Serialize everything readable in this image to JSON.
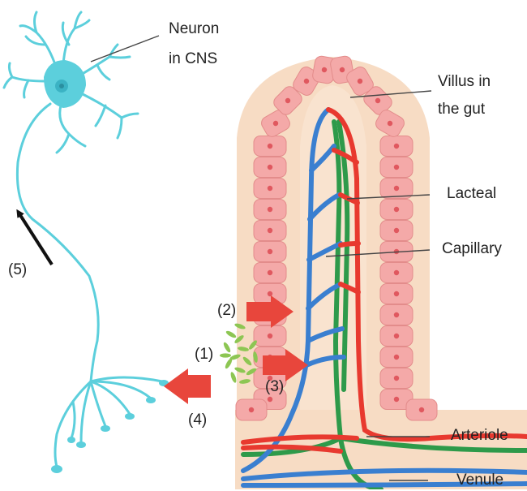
{
  "labels": {
    "neuron_line1": "Neuron",
    "neuron_line2": "in CNS",
    "villus_line1": "Villus in",
    "villus_line2": "the gut",
    "lacteal": "Lacteal",
    "capillary": "Capillary",
    "arteriole": "Arteriole",
    "venule": "Venule"
  },
  "steps": {
    "s1": "(1)",
    "s2": "(2)",
    "s3": "(3)",
    "s4": "(4)",
    "s5": "(5)"
  },
  "colors": {
    "neuron": "#5ccfdc",
    "cell": "#f4a9a8",
    "cell_nucleus": "#e0585f",
    "villus_core": "#f7dcc4",
    "artery": "#e8392f",
    "vein": "#3a7fd0",
    "lacteal": "#2e9a4a",
    "bacteria": "#8dc653",
    "arrow_red": "#e8463c",
    "arrow_black": "#111111"
  }
}
